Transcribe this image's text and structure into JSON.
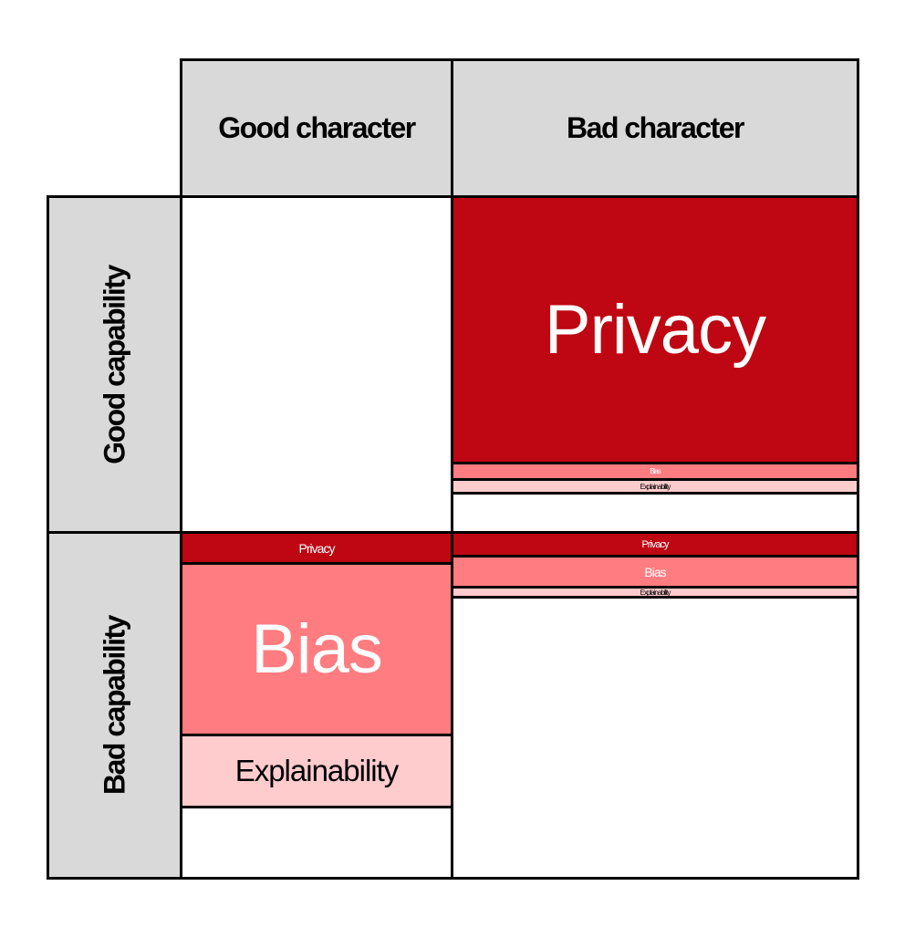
{
  "columns": {
    "good_character": "Good character",
    "bad_character": "Bad character"
  },
  "rows": {
    "good_capability": "Good capability",
    "bad_capability": "Bad capability"
  },
  "cells": {
    "goodcap_badchar": [
      {
        "label": "Privacy",
        "share": 0.8,
        "category": "privacy"
      },
      {
        "label": "Bias",
        "share": 0.05,
        "category": "bias"
      },
      {
        "label": "Explainability",
        "share": 0.04,
        "category": "explainability"
      }
    ],
    "badcap_goodchar": [
      {
        "label": "Privacy",
        "share": 0.09,
        "category": "privacy"
      },
      {
        "label": "Bias",
        "share": 0.5,
        "category": "bias"
      },
      {
        "label": "Explainability",
        "share": 0.21,
        "category": "explainability"
      }
    ],
    "badcap_badchar": [
      {
        "label": "Privacy",
        "share": 0.07,
        "category": "privacy"
      },
      {
        "label": "Bias",
        "share": 0.09,
        "category": "bias"
      },
      {
        "label": "Explainability",
        "share": 0.03,
        "category": "explainability"
      }
    ]
  },
  "colors": {
    "privacy": "#be0713",
    "bias": "#ff7c80",
    "explainability": "#ffccce",
    "header": "#d9d9d9"
  }
}
